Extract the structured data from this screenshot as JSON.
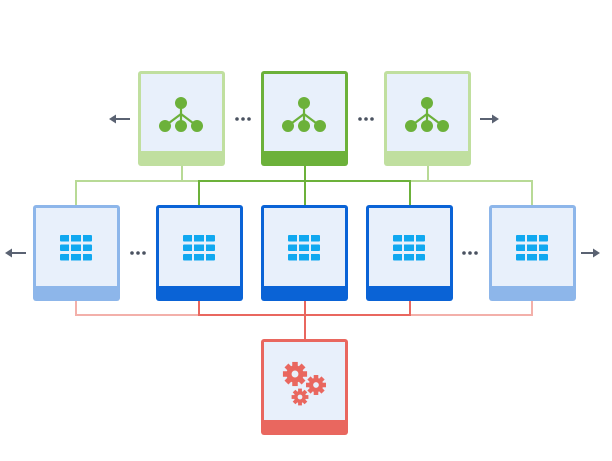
{
  "diagram": {
    "colors": {
      "green_light_border": "#B8DA96",
      "green_light_footer": "#C0DF9F",
      "green_dark": "#6CB13A",
      "green_icon": "#6CB13A",
      "blue_light_border": "#8DB6EA",
      "blue_light_footer": "#8DB6EA",
      "blue_dark": "#0A63D6",
      "blue_icon": "#10A8F0",
      "red": "#E9675F",
      "red_light_line": "#F3B0AA",
      "box_fill": "#E8F0FB",
      "arrow": "#5A6272",
      "ellipsis": "#4A5260"
    },
    "top_nodes": [
      {
        "id": "top-left",
        "icon": "hierarchy-icon",
        "style": "light"
      },
      {
        "id": "top-center",
        "icon": "hierarchy-icon",
        "style": "dark"
      },
      {
        "id": "top-right",
        "icon": "hierarchy-icon",
        "style": "light"
      }
    ],
    "middle_nodes": [
      {
        "id": "mid-1",
        "icon": "table-icon",
        "style": "light"
      },
      {
        "id": "mid-2",
        "icon": "table-icon",
        "style": "dark"
      },
      {
        "id": "mid-3",
        "icon": "table-icon",
        "style": "dark"
      },
      {
        "id": "mid-4",
        "icon": "table-icon",
        "style": "dark"
      },
      {
        "id": "mid-5",
        "icon": "table-icon",
        "style": "light"
      }
    ],
    "bottom_node": {
      "id": "bottom",
      "icon": "gears-icon"
    },
    "ellipsis_text": "···"
  }
}
